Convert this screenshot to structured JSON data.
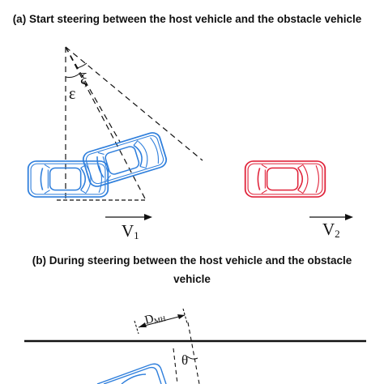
{
  "captions": {
    "a": "(a) Start steering between the host vehicle and the obstacle vehicle",
    "b_line1": "(b) During steering between the host vehicle and the obstacle",
    "b_line2": "vehicle"
  },
  "labels": {
    "xi": "ξ",
    "epsilon": "ε",
    "v1": "V",
    "v1_sub": "1",
    "v2": "V",
    "v2_sub": "2",
    "dmh": "D",
    "dmh_sub": "MH",
    "theta": "θ"
  },
  "colors": {
    "host_vehicle": "#2f7fdc",
    "obstacle_vehicle": "#e0233a",
    "lines": "#111111"
  }
}
